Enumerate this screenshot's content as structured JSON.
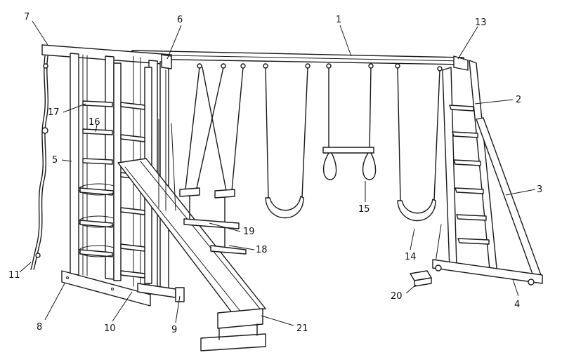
{
  "callouts": [
    {
      "id": "c1",
      "label": "1"
    },
    {
      "id": "c2",
      "label": "2"
    },
    {
      "id": "c3",
      "label": "3"
    },
    {
      "id": "c4",
      "label": "4"
    },
    {
      "id": "c5",
      "label": "5"
    },
    {
      "id": "c6",
      "label": "6"
    },
    {
      "id": "c7",
      "label": "7"
    },
    {
      "id": "c8",
      "label": "8"
    },
    {
      "id": "c9",
      "label": "9"
    },
    {
      "id": "c10",
      "label": "10"
    },
    {
      "id": "c11",
      "label": "11"
    },
    {
      "id": "c13",
      "label": "13"
    },
    {
      "id": "c14",
      "label": "14"
    },
    {
      "id": "c15",
      "label": "15"
    },
    {
      "id": "c16",
      "label": "16"
    },
    {
      "id": "c17",
      "label": "17"
    },
    {
      "id": "c18",
      "label": "18"
    },
    {
      "id": "c19",
      "label": "19"
    },
    {
      "id": "c20",
      "label": "20"
    },
    {
      "id": "c21",
      "label": "21"
    }
  ]
}
